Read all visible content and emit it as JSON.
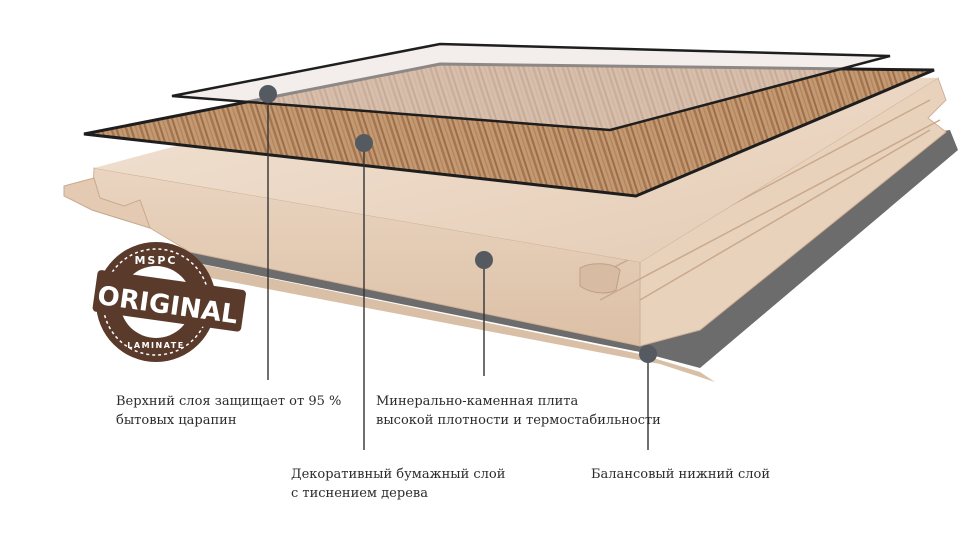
{
  "badge": {
    "top_text": "MSPC",
    "main_text": "ORIGINAL",
    "bottom_text": "LAMINATE"
  },
  "callouts": {
    "top_layer": {
      "line1": "Верхний слоя защищает от 95 %",
      "line2": "бытовых царапин"
    },
    "board": {
      "line1": "Минерально-каменная плита",
      "line2": "высокой плотности и термостабильности"
    },
    "decor": {
      "line1": "Декоративный бумажный слой",
      "line2": "с тиснением дерева"
    },
    "backing": {
      "line1": "Балансовый нижний слой"
    }
  },
  "colors": {
    "wood_light": "#c9a27c",
    "wood_dark": "#8a5f3f",
    "board": "#e8d3c0",
    "board_shade": "#d4b89c",
    "backing": "#6b6b6b",
    "badge": "#5a3a2b",
    "marker": "#555a60"
  }
}
